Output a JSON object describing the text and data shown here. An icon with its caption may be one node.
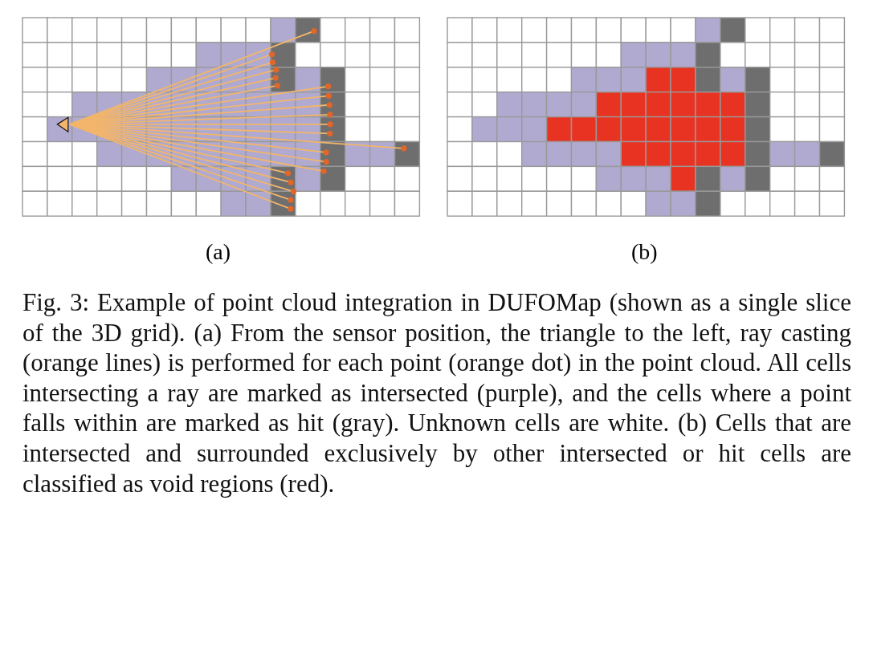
{
  "diagram": {
    "caption": "Fig. 3: Example of point cloud integration in DUFOMap (shown as a single slice of the 3D grid). (a) From the sensor position, the triangle to the left, ray casting (orange lines) is performed for each point (orange dot) in the point cloud. All cells intersecting a ray are marked as intersected (purple), and the cells where a point falls within are marked as hit (gray). Unknown cells are white. (b) Cells that are intersected and surrounded exclusively by other intersected or hit cells are classified as void regions (red).",
    "labels": [
      "(a)",
      "(b)"
    ]
  }
}
